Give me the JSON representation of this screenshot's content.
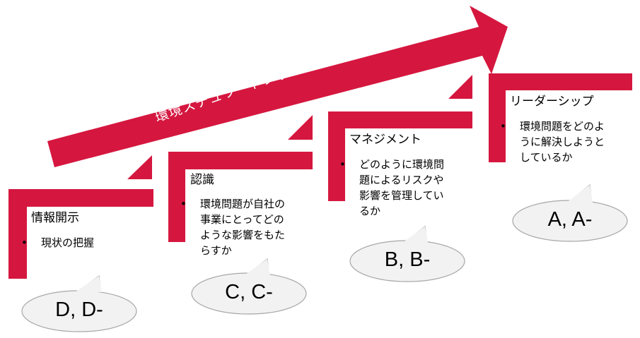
{
  "arrow": {
    "label": "環境スチュワードシップの向上",
    "color": "#d5173f"
  },
  "steps": [
    {
      "title": "情報開示",
      "bullet_lines": [
        "現状の把握"
      ],
      "grade": "D, D-"
    },
    {
      "title": "認識",
      "bullet_lines": [
        "環境問題が自社の",
        "事業にとってどの",
        "ような影響をもた",
        "らすか"
      ],
      "grade": "C, C-"
    },
    {
      "title": "マネジメント",
      "bullet_lines": [
        "どのように環境問",
        "題によるリスクや",
        "影響を管理してい",
        "るか"
      ],
      "grade": "B, B-"
    },
    {
      "title": "リーダーシップ",
      "bullet_lines": [
        "環境問題をどのよ",
        "うに解決しようと",
        "しているか"
      ],
      "grade": "A, A-"
    }
  ],
  "colors": {
    "accent": "#d5173f",
    "bubble_fill": "#f2f2f2",
    "bubble_stroke": "#a6a6a6"
  }
}
